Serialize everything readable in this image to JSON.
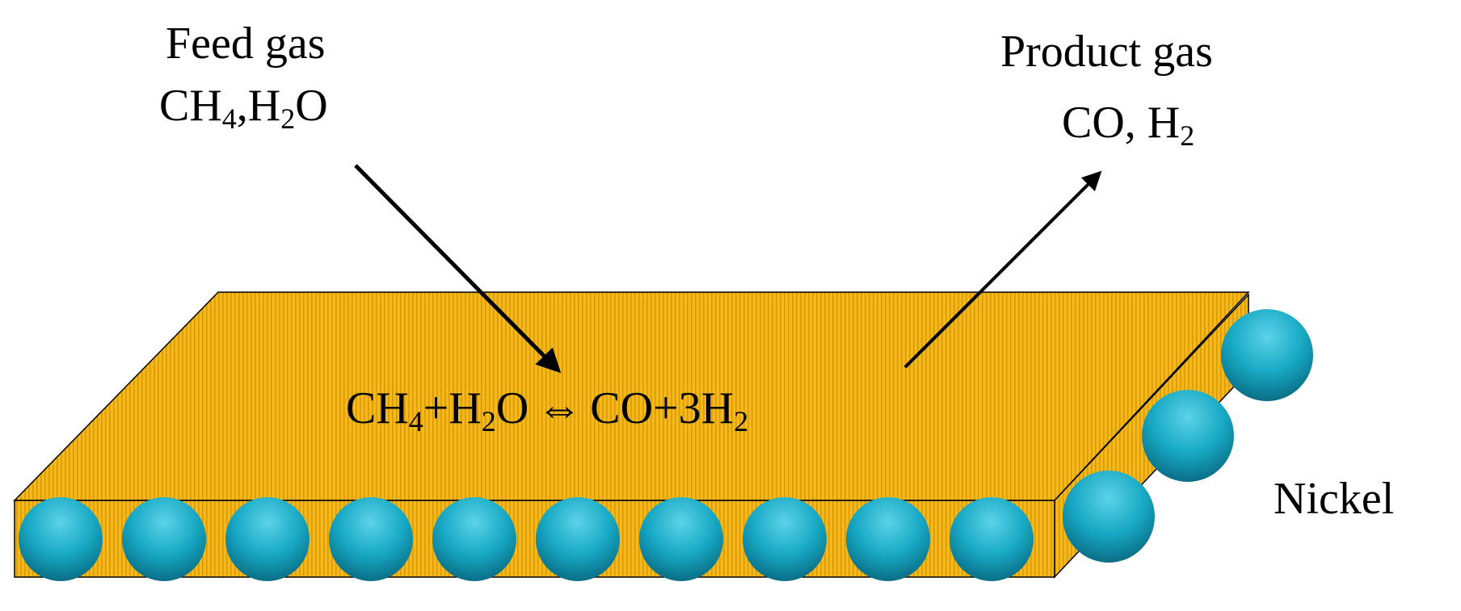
{
  "colors": {
    "slab_top": "#F6B91C",
    "slab_side": "#EBAC0E",
    "slab_stripe": "#D99A05",
    "sphere_light": "#5CD3E8",
    "sphere_mid": "#18A9C4",
    "sphere_dark": "#0A6E86",
    "text": "#000000",
    "arrow": "#000000"
  },
  "feed": {
    "title": "Feed gas",
    "formula": {
      "ch": "CH",
      "s1": "4",
      "sep": ",H",
      "s2": "2",
      "o": "O"
    }
  },
  "product": {
    "title": "Product gas",
    "formula": {
      "co": "CO, H",
      "s1": "2"
    }
  },
  "reaction": {
    "left": "CH",
    "s1": "4",
    "mid": "+H",
    "s2": "2",
    "o": "O",
    "arrow": "⇔",
    "right": "CO+3H",
    "s3": "2"
  },
  "catalyst": {
    "label": "Nickel",
    "front_particle_count": 10,
    "side_particle_count": 3
  },
  "icons": {
    "inflow": "arrow-down-right-icon",
    "outflow": "arrow-up-right-icon"
  }
}
